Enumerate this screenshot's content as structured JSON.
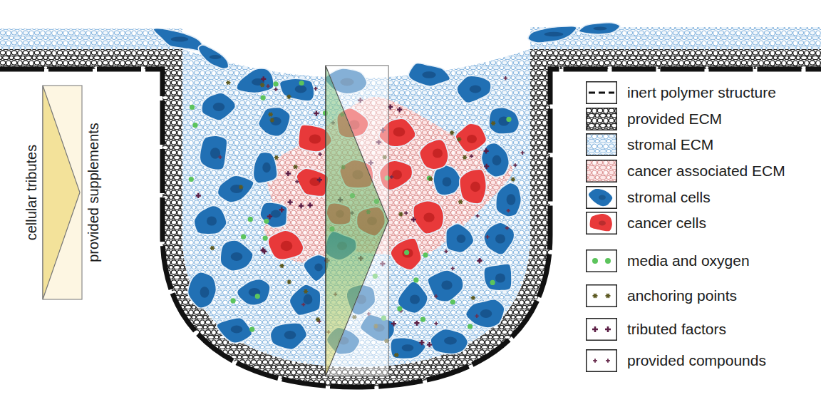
{
  "diagram": {
    "labels": [
      "cellular tributes",
      "provided supplements"
    ],
    "legend": [
      {
        "text": "inert polymer structure"
      },
      {
        "text": "provided ECM"
      },
      {
        "text": "stromal ECM"
      },
      {
        "text": "cancer associated ECM"
      },
      {
        "text": "stromal cells",
        "color": "#2170b4"
      },
      {
        "text": "cancer cells",
        "color": "#e8393a"
      },
      {
        "text": "media and oxygen",
        "color": "#5cc45c"
      },
      {
        "text": "anchoring points",
        "color": "#5d5a22"
      },
      {
        "text": "tributed factors",
        "color": "#5c1f45"
      },
      {
        "text": "provided compounds",
        "color": "#6a3050"
      }
    ]
  }
}
